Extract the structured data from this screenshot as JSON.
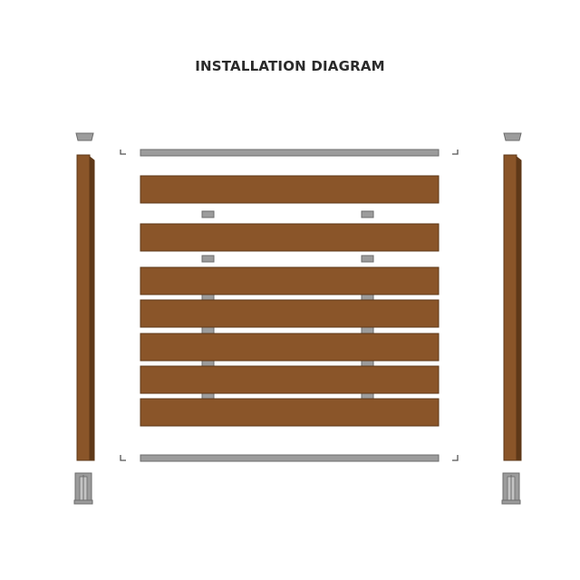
{
  "title": "INSTALLATION DIAGRAM",
  "colors": {
    "wood": "#8a5529",
    "wood_edge": "#5e3818",
    "metal": "#9c9c9c",
    "metal_edge": "#6c6c6c",
    "corner_mark": "#555555"
  },
  "components": {
    "posts": 2,
    "post_caps": 2,
    "post_base_brackets": 2,
    "frame_rails": 2,
    "slats": 7,
    "spacer_columns": 2,
    "spacer_rows": 6
  }
}
